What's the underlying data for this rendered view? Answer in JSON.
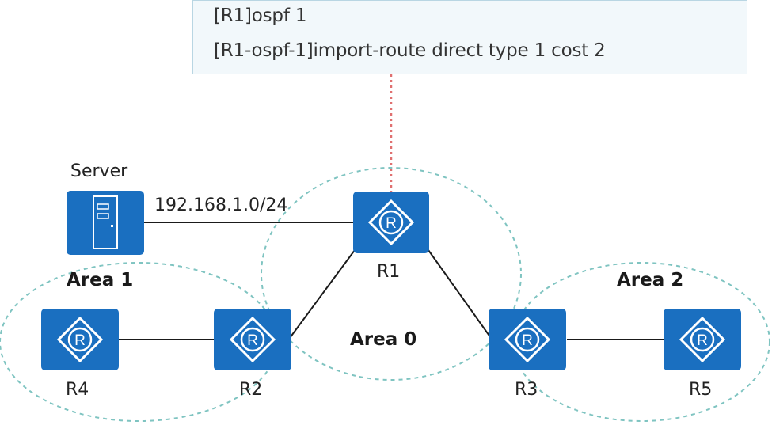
{
  "config_box": {
    "line1": "[R1]ospf 1",
    "line2": "[R1-ospf-1]import-route direct type 1 cost 2"
  },
  "server": {
    "label": "Server"
  },
  "network_label": "192.168.1.0/24",
  "routers": {
    "r1": "R1",
    "r2": "R2",
    "r3": "R3",
    "r4": "R4",
    "r5": "R5"
  },
  "areas": {
    "area0": "Area 0",
    "area1": "Area 1",
    "area2": "Area 2"
  },
  "router_icon_letter": "R",
  "colors": {
    "device_blue": "#1a6fc0",
    "area_border": "#7fc4c1",
    "dotted_connector": "#e07070",
    "link": "#1a1a1a"
  }
}
